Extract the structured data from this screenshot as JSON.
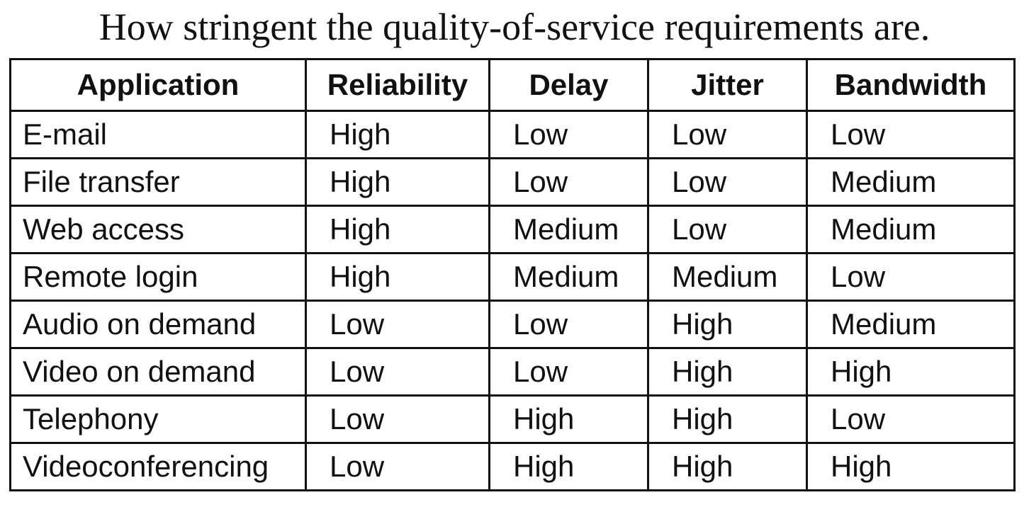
{
  "title": "How stringent the quality-of-service requirements are.",
  "table": {
    "headers": [
      "Application",
      "Reliability",
      "Delay",
      "Jitter",
      "Bandwidth"
    ],
    "rows": [
      [
        "E-mail",
        "High",
        "Low",
        "Low",
        "Low"
      ],
      [
        "File transfer",
        "High",
        "Low",
        "Low",
        "Medium"
      ],
      [
        "Web access",
        "High",
        "Medium",
        "Low",
        "Medium"
      ],
      [
        "Remote login",
        "High",
        "Medium",
        "Medium",
        "Low"
      ],
      [
        "Audio on demand",
        "Low",
        "Low",
        "High",
        "Medium"
      ],
      [
        "Video on demand",
        "Low",
        "Low",
        "High",
        "High"
      ],
      [
        "Telephony",
        "Low",
        "High",
        "High",
        "Low"
      ],
      [
        "Videoconferencing",
        "Low",
        "High",
        "High",
        "High"
      ]
    ]
  }
}
